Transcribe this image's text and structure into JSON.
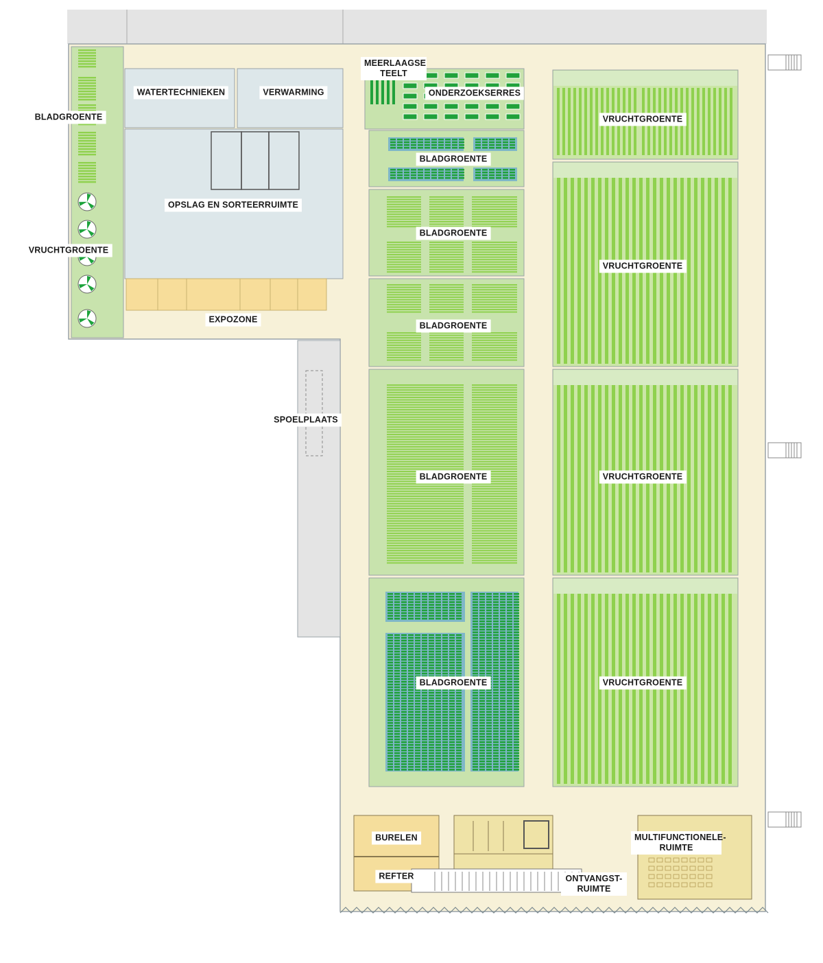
{
  "colors": {
    "hall": "#f7f1d8",
    "hall_border": "#9aa3a8",
    "tech": "#dde7ea",
    "expo": "#f7dd9a",
    "office": "#f5de9c",
    "sanitary": "#efe3a7",
    "leaf_bed": "#c8e3ad",
    "fruit_bed": "#cbe6a7",
    "row_light": "#8fd14e",
    "row_dark": "#20a13b",
    "tray_blue": "#7fb7c8",
    "fan_green": "#1da33c",
    "corridor": "#e4e4e4"
  },
  "rooms": {
    "bladgroente_left": "BLADGROENTE",
    "vruchtgroente_left": "VRUCHTGROENTE",
    "watertechnieken": "WATERTECHNIEKEN",
    "verwarming": "VERWARMING",
    "opslag": "OPSLAG EN SORTEERRUIMTE",
    "expozone": "EXPOZONE",
    "spoelplaats": "SPOELPLAATS",
    "meerlaagse_teelt": "MEERLAAGSE TEELT",
    "onderzoekserres": "ONDERZOEKSERRES",
    "bladgroente_1": "BLADGROENTE",
    "bladgroente_2": "BLADGROENTE",
    "bladgroente_3": "BLADGROENTE",
    "bladgroente_4": "BLADGROENTE",
    "bladgroente_5": "BLADGROENTE",
    "vruchtgroente_1": "VRUCHTGROENTE",
    "vruchtgroente_2": "VRUCHTGROENTE",
    "vruchtgroente_3": "VRUCHTGROENTE",
    "vruchtgroente_4": "VRUCHTGROENTE",
    "burelen": "BURELEN",
    "refter": "REFTER",
    "multifunctionele_ruimte": "MULTIFUNCTIONELE-RUIMTE",
    "ontvangstruimte": "ONTVANGST-RUIMTE"
  }
}
